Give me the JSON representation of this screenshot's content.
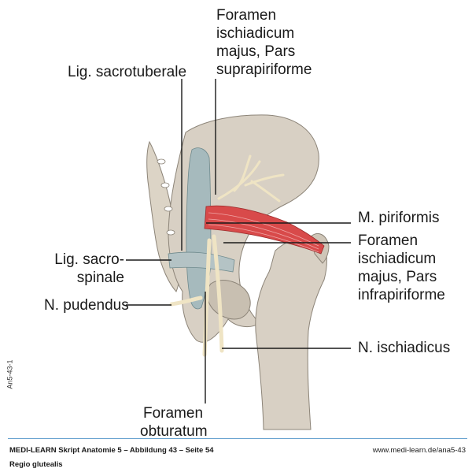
{
  "labels": {
    "foramen_supra": "Foramen\nischiadicum\nmajus, Pars\nsuprapiriforme",
    "lig_sacrotuberale": "Lig. sacrotuberale",
    "m_piriformis": "M. piriformis",
    "foramen_infra": "Foramen\nischiadicum\nmajus, Pars\ninfrapiriforme",
    "lig_sacrospinale": "Lig. sacro-\nspinale",
    "n_pudendus": "N. pudendus",
    "n_ischiadicus": "N. ischiadicus",
    "foramen_obturatum": "Foramen\nobturatum"
  },
  "side_code": "An5-43-1",
  "footer": {
    "title": "MEDI-LEARN Skript Anatomie 5 – Abbildung 43 – Seite 54",
    "url": "www.medi-learn.de/ana5-43",
    "subtitle": "Regio glutealis"
  },
  "colors": {
    "bone": "#d8d0c4",
    "bone_stroke": "#8c8478",
    "muscle": "#d84a4a",
    "ligament": "#9fb4b8",
    "nerve": "#efe4c4",
    "footer_rule": "#6aa3d0"
  }
}
